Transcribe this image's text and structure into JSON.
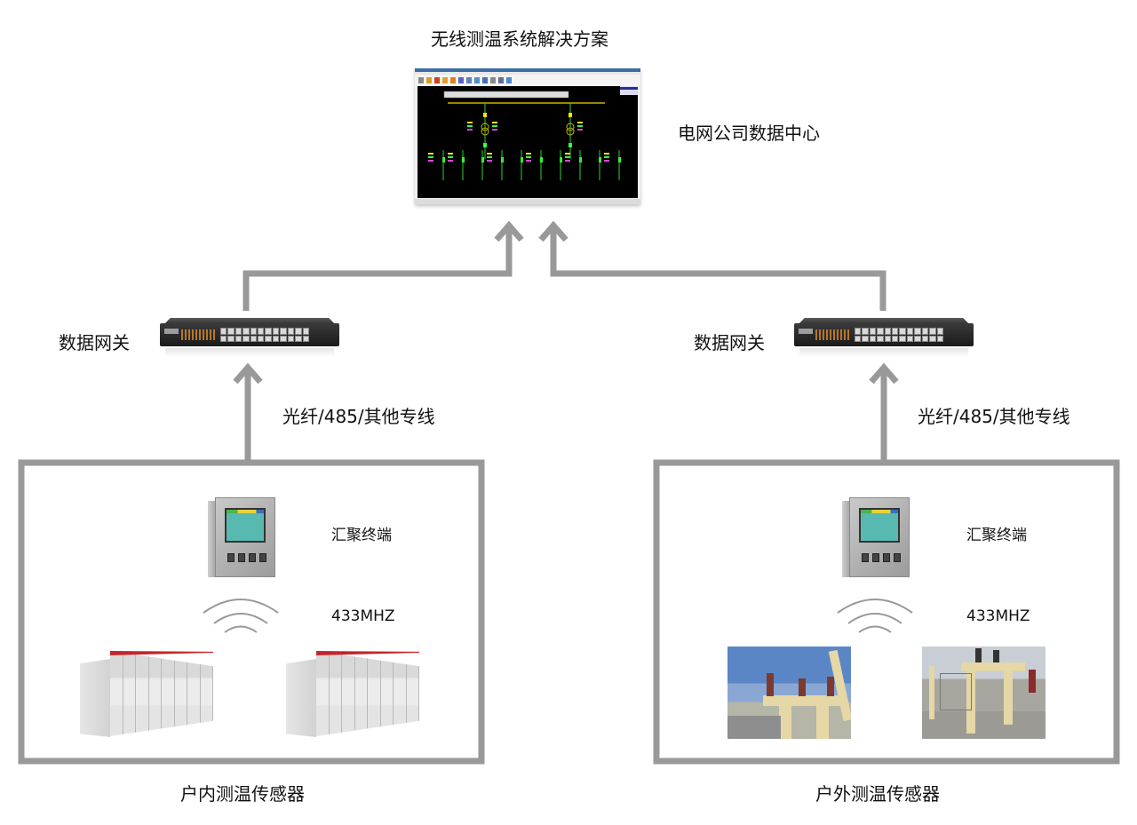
{
  "diagram": {
    "title": "无线测温系统解决方案",
    "data_center": {
      "label": "电网公司数据中心",
      "image": "scada-monitoring-software-screenshot"
    },
    "gateways": [
      {
        "label": "数据网关",
        "image": "network-switch"
      },
      {
        "label": "数据网关",
        "image": "network-switch"
      }
    ],
    "links": [
      {
        "label": "光纤/485/其他专线"
      },
      {
        "label": "光纤/485/其他专线"
      }
    ],
    "sensor_groups": [
      {
        "caption": "户内测温传感器",
        "terminal_label": "汇聚终端",
        "frequency_label": "433MHZ",
        "devices": [
          "indoor-switchgear-cabinet",
          "indoor-switchgear-cabinet"
        ]
      },
      {
        "caption": "户外测温传感器",
        "terminal_label": "汇聚终端",
        "frequency_label": "433MHZ",
        "devices": [
          "outdoor-substation-photo",
          "outdoor-substation-photo"
        ]
      }
    ],
    "colors": {
      "connector": "#999999",
      "text": "#111111",
      "scada_background": "#000000"
    }
  }
}
